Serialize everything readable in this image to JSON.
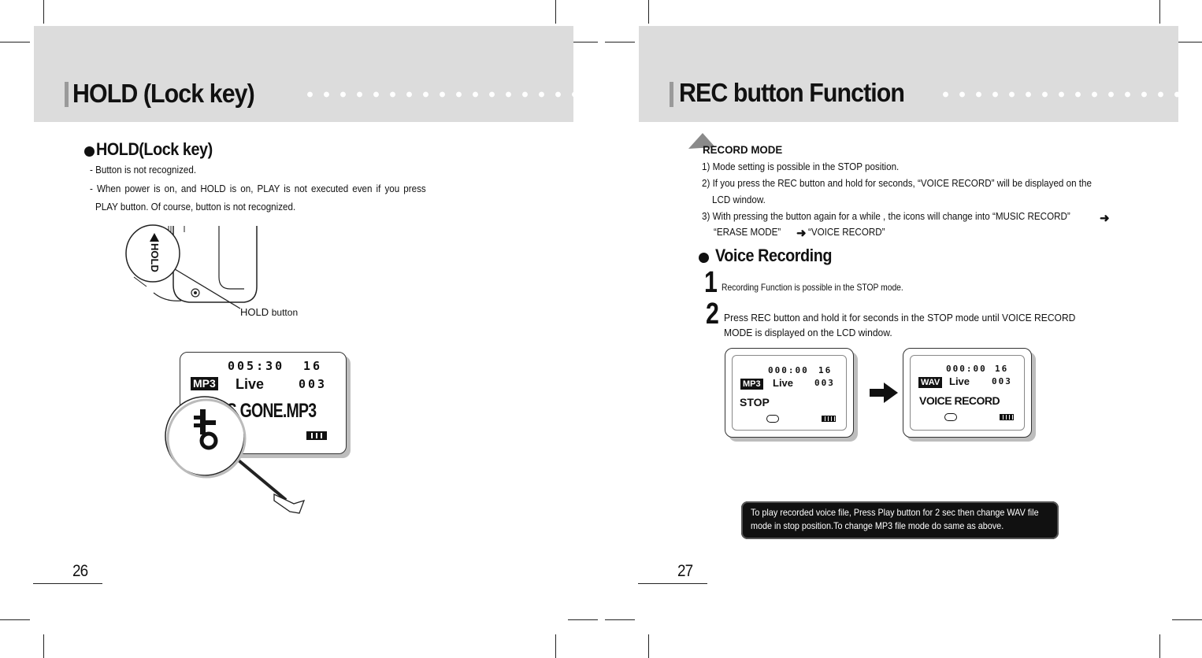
{
  "left_page": {
    "header_title": "HOLD (Lock key)",
    "section_title": "HOLD(Lock key)",
    "lines": [
      "- Button is not recognized.",
      "- When power is on, and HOLD is on, PLAY is not executed even if you press",
      "PLAY button. Of course, button is not recognized."
    ],
    "device_label": "HOLD",
    "callout_label_1": "HOLD",
    "callout_label_2": "button",
    "lcd": {
      "time": "005:30",
      "volume": "16",
      "mode_badge": "MP3",
      "eq": "Live",
      "track": "003",
      "filename": "S'IS GONE.MP3"
    },
    "page_number": "26"
  },
  "right_page": {
    "header_title": "REC button Function",
    "record_mode_title": "RECORD MODE",
    "record_lines": [
      "1) Mode setting is possible in the STOP position.",
      "2) If you press the REC button and hold for seconds, “VOICE RECORD”  will be displayed on the",
      "LCD window.",
      "3) With pressing the button again for a while , the icons will change into “MUSIC RECORD”",
      "“ERASE MODE”",
      "“VOICE RECORD”"
    ],
    "section_title": "Voice Recording",
    "steps": [
      {
        "num": "1",
        "text": "Recording Function is possible in the STOP mode."
      },
      {
        "num": "2",
        "text": "Press REC button and hold it for seconds in the STOP mode until VOICE RECORD",
        "text2": "MODE is displayed on the LCD window."
      }
    ],
    "lcd_before": {
      "time": "000:00",
      "volume": "16",
      "mode_badge": "MP3",
      "eq": "Live",
      "track": "003",
      "status": "STOP"
    },
    "lcd_after": {
      "time": "000:00",
      "volume": "16",
      "mode_badge": "WAV",
      "eq": "Live",
      "track": "003",
      "status": "VOICE RECORD"
    },
    "note_line_1": "To play recorded voice file, Press Play button for 2 sec then change WAV file",
    "note_line_2": "mode in stop position.To change MP3 file mode do same as above.",
    "page_number": "27"
  },
  "colors": {
    "header_band": "#dcdcdc",
    "text": "#111111",
    "note_bg": "#111111"
  }
}
